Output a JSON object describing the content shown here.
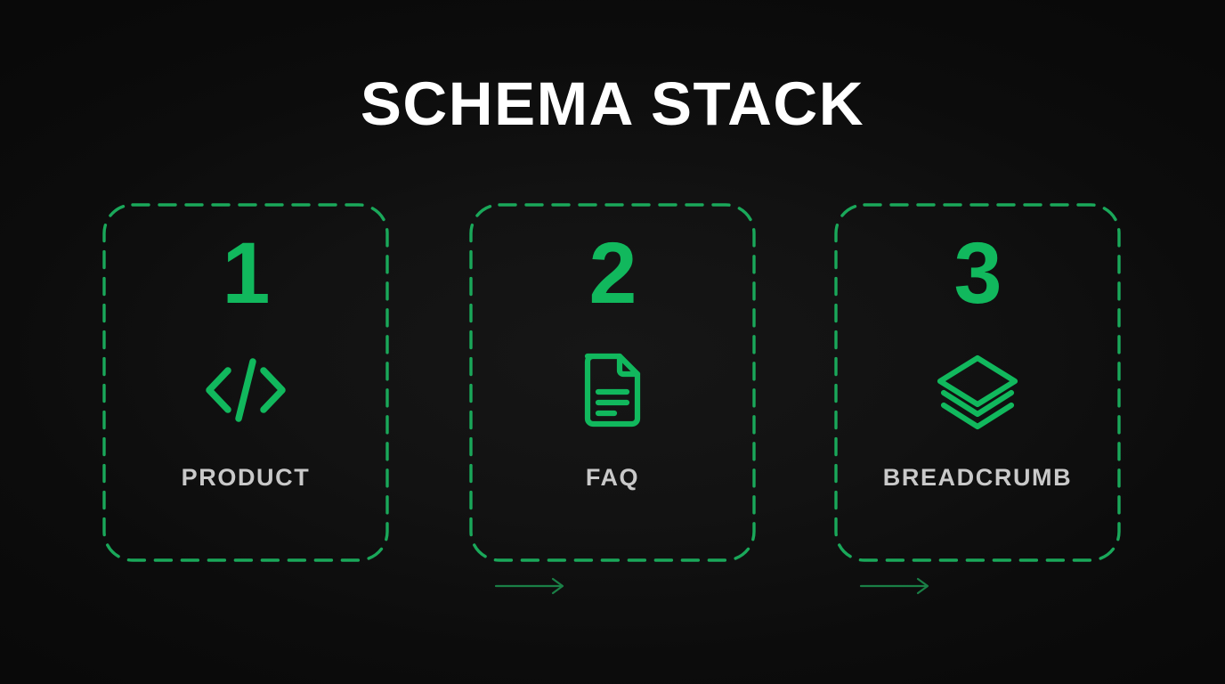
{
  "page": {
    "title": "SCHEMA STACK",
    "background_color": "#0a0a0a",
    "accent_color": "#11b85d",
    "label_color": "#c9c9c9",
    "title_color": "#ffffff",
    "connector_color": "#15803d"
  },
  "steps": [
    {
      "number": "1",
      "icon": "code-brackets-icon",
      "label": "PRODUCT"
    },
    {
      "number": "2",
      "icon": "document-lines-icon",
      "label": "FAQ"
    },
    {
      "number": "3",
      "icon": "layers-stack-icon",
      "label": "BREADCRUMB"
    }
  ],
  "connectors": [
    {
      "from": "PRODUCT",
      "to": "FAQ",
      "icon": "arrow-right-icon"
    },
    {
      "from": "FAQ",
      "to": "BREADCRUMB",
      "icon": "arrow-right-icon"
    }
  ]
}
